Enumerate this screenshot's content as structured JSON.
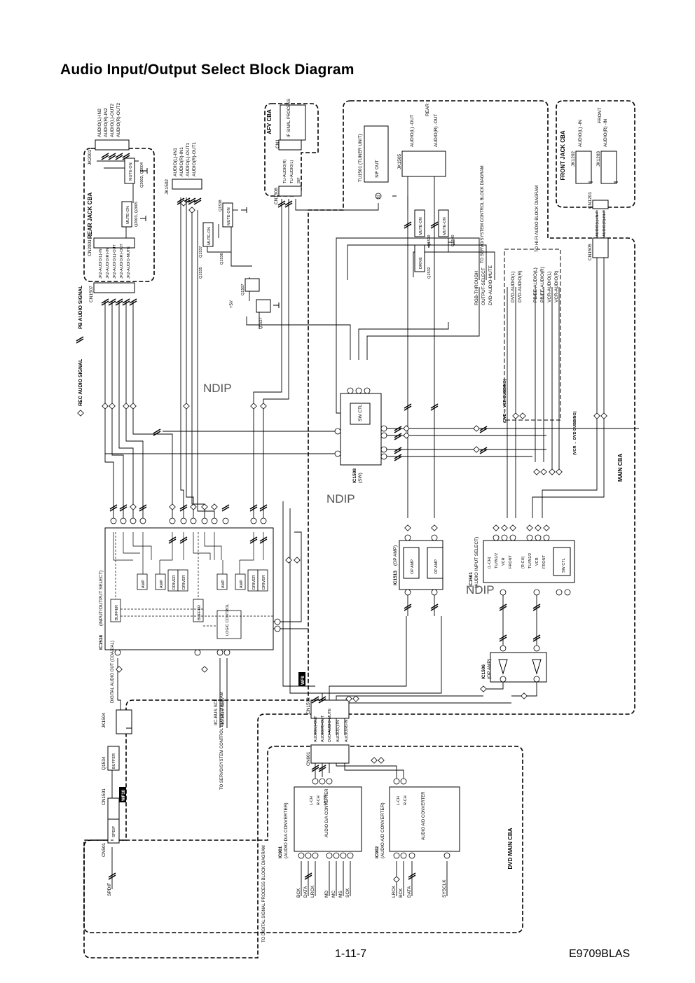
{
  "title": "Audio Input/Output Select Block Diagram",
  "page_number": "1-11-7",
  "model_code": "E9709BLAS",
  "boards": {
    "rear_jack": "REAR JACK CBA",
    "afv": "AFV CBA",
    "front_jack": "FRONT JACK CBA",
    "main": "MAIN CBA",
    "dvd_main": "DVD MAIN CBA"
  },
  "legend": {
    "pb_audio": "PB AUDIO SIGNAL",
    "rec_audio": "REC AUDIO SIGNAL"
  },
  "watermark": "NDIP",
  "tuner": {
    "name": "TU1501 (TUNER UNIT)",
    "pin": "SIF OUT",
    "pin_num": "22"
  },
  "if_block": "IF SINAL PROCESS",
  "rear_label": "REAR",
  "front_label": "FRONT",
  "jk2001": {
    "ref": "JK2001",
    "pins": [
      "AUDIO(L)-IN2",
      "AUDIO(R)-IN2",
      "AUDIO(L)-OUT2",
      "AUDIO(R)-OUT2"
    ]
  },
  "jk1502": {
    "ref": "JK1502",
    "pins": [
      "AUDIO(L)-IN1",
      "AUDIO(R)-IN1",
      "AUDIO(L)-OUT1",
      "AUDIO(R)-OUT1"
    ]
  },
  "cn2001": {
    "ref": "CN2001",
    "pins": [
      "JK2-AUDIO(L)-IN",
      "JK2-AUDIO(R)-IN",
      "JK2-AUDIO(L)-OUT",
      "JK2-AUDIO(R)-OUT",
      "JK2-AUDIO-MUTE"
    ]
  },
  "cn1507": {
    "ref": "CN1507"
  },
  "cn1506": {
    "ref": "CN1506",
    "pins": [
      "TU-AUDIO(R)",
      "TU-AUDIO(L)",
      "SIF"
    ]
  },
  "cn1": {
    "ref": "CN1"
  },
  "jk1505": {
    "ref": "JK1505",
    "pins": [
      "AUDIO(L) -OUT",
      "AUDIO(R) -OUT"
    ]
  },
  "jk1202": {
    "ref": "JK1202",
    "pin": "AUDIO(L) -IN"
  },
  "jk1203": {
    "ref": "JK1203",
    "pin": "AUDIO(R) -IN"
  },
  "cn1201": {
    "ref": "CN1201",
    "pins": [
      "AUDIO(L)-IN-F",
      "AUDIO(R)-IN-F"
    ]
  },
  "cn1505": {
    "ref": "CN1505"
  },
  "mute_on": "MUTE-ON",
  "drive": "DRIVE",
  "transistors": {
    "q2002": "Q2002, Q2004",
    "q2003": "Q2003, Q2005",
    "q1537": "Q1537",
    "q1538": "Q1538",
    "q1535": "Q1535",
    "q1536": "Q1536",
    "q1507": "Q1507",
    "q1527": "Q1527",
    "q1532": "Q1532",
    "q1539": "Q1539",
    "q1540": "Q1540",
    "q1534": "Q1534"
  },
  "plus5v": "+5V",
  "servo_signals": [
    "RGB-THROUGH",
    "OUTPUT-SELECT",
    "DVD-AUDIO-MUTE"
  ],
  "servo_dest": "TO SERVO/SYSTEM CONTROL BLOCK DIAGRAM",
  "hifi_dest": "TO HI-FI AUDIO BLOCK DIAGRAM",
  "hifi_signals": [
    "DVD-AUDIO(L)",
    "DVD-AUDIO(R)",
    "PB/EE-AUDIO(L)",
    "PB/EE-AUDIO(R)",
    "VCR-AUDIO(L)",
    "VCR-AUDIO(R)"
  ],
  "dubbing": {
    "dvd_vcr": "(DVD → VCR DUBBING)",
    "vcr_dvd": "(VCR → DVD DUBBING)"
  },
  "ic1508": {
    "ref": "IC1508",
    "desc": "(SW)",
    "ctl": "SW CTL"
  },
  "ic1518": {
    "ref": "IC1518",
    "desc": "(INPUT/OUTPUT SELECT)",
    "amp": "AMP",
    "driver": "DRIVER",
    "buffer": "BUFFER",
    "logic": "LOGIC CONTROL"
  },
  "ic1513": {
    "ref": "IC1513",
    "desc": "(OP AMP)",
    "amp": "OP AMP"
  },
  "ic1501": {
    "ref": "IC1501",
    "desc": "(AUDIO INPUT SELECT)",
    "lch": "(L-CH)",
    "rch": "(R-CH)",
    "tuin": "TU/IN1/2",
    "vcr": "VCR",
    "front": "FRONT",
    "ctl": "SW CTL"
  },
  "ic1506": {
    "ref": "IC1506",
    "desc": "(OP AMP)"
  },
  "cn1502": {
    "ref": "CN1502",
    "pins": [
      "AUDIO(L)-OUT",
      "AUDIO(R)-OUT",
      "DVD-AUDIO-MUTE",
      "AUDIO(L)-IN",
      "AUDIO(R)-IN"
    ]
  },
  "cn601": {
    "ref": "CN601"
  },
  "wf8": "WF8",
  "wf10": "WF10",
  "iic_bus": [
    "IIC-BUS SCL",
    "IIC-BUS SDA"
  ],
  "digital_audio_out": "DIGITAL AUDIO OUT (COAXIAL)",
  "jk1504": "JK1504",
  "buffer_label": "BUFFER",
  "cn1501": {
    "ref": "CN1501",
    "pin": "SPDIF"
  },
  "cn501": {
    "ref": "CN501"
  },
  "spdif": "SPDIF",
  "ic901": {
    "ref": "IC901",
    "desc": "(AUDIO D/A CONVERTER)",
    "block": "AUDIO D/A CONVERTER",
    "pins": [
      "L-CH",
      "R-CH",
      "MUTE"
    ]
  },
  "ic902": {
    "ref": "IC902",
    "desc": "(AUDIO A/D CONVERTER)",
    "block": "AUDIO A/D CONVERTER",
    "pins": [
      "L-CH",
      "R-CH"
    ]
  },
  "dac_signals": [
    "BCK",
    "DATA",
    "LRCK",
    "MD",
    "MC",
    "MS",
    "SCK"
  ],
  "adc_signals": [
    "LRCK",
    "BCK",
    "DATA",
    "SYSCLK"
  ],
  "dsp_dest": "TO DIGITAL SIGNAL PROCESS BLOCK DIAGRAM"
}
